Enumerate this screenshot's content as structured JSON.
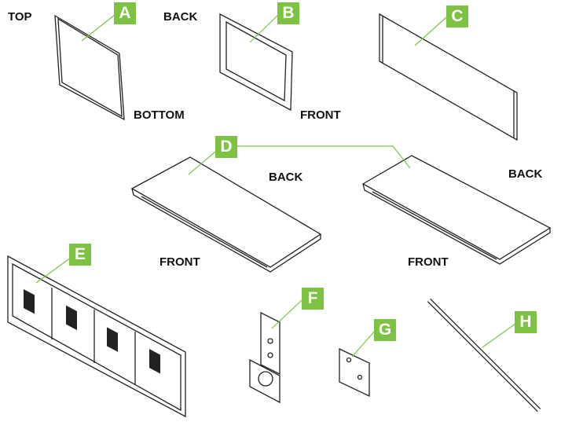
{
  "accent_color": "#7dc242",
  "parts": [
    {
      "id": "A",
      "labels": [
        "TOP",
        "BOTTOM"
      ]
    },
    {
      "id": "B",
      "labels": [
        "BACK",
        "FRONT"
      ]
    },
    {
      "id": "C",
      "labels": []
    },
    {
      "id": "D",
      "labels": [
        "BACK",
        "FRONT",
        "BACK",
        "FRONT"
      ]
    },
    {
      "id": "E",
      "labels": []
    },
    {
      "id": "F",
      "labels": []
    },
    {
      "id": "G",
      "labels": []
    },
    {
      "id": "H",
      "labels": []
    }
  ]
}
